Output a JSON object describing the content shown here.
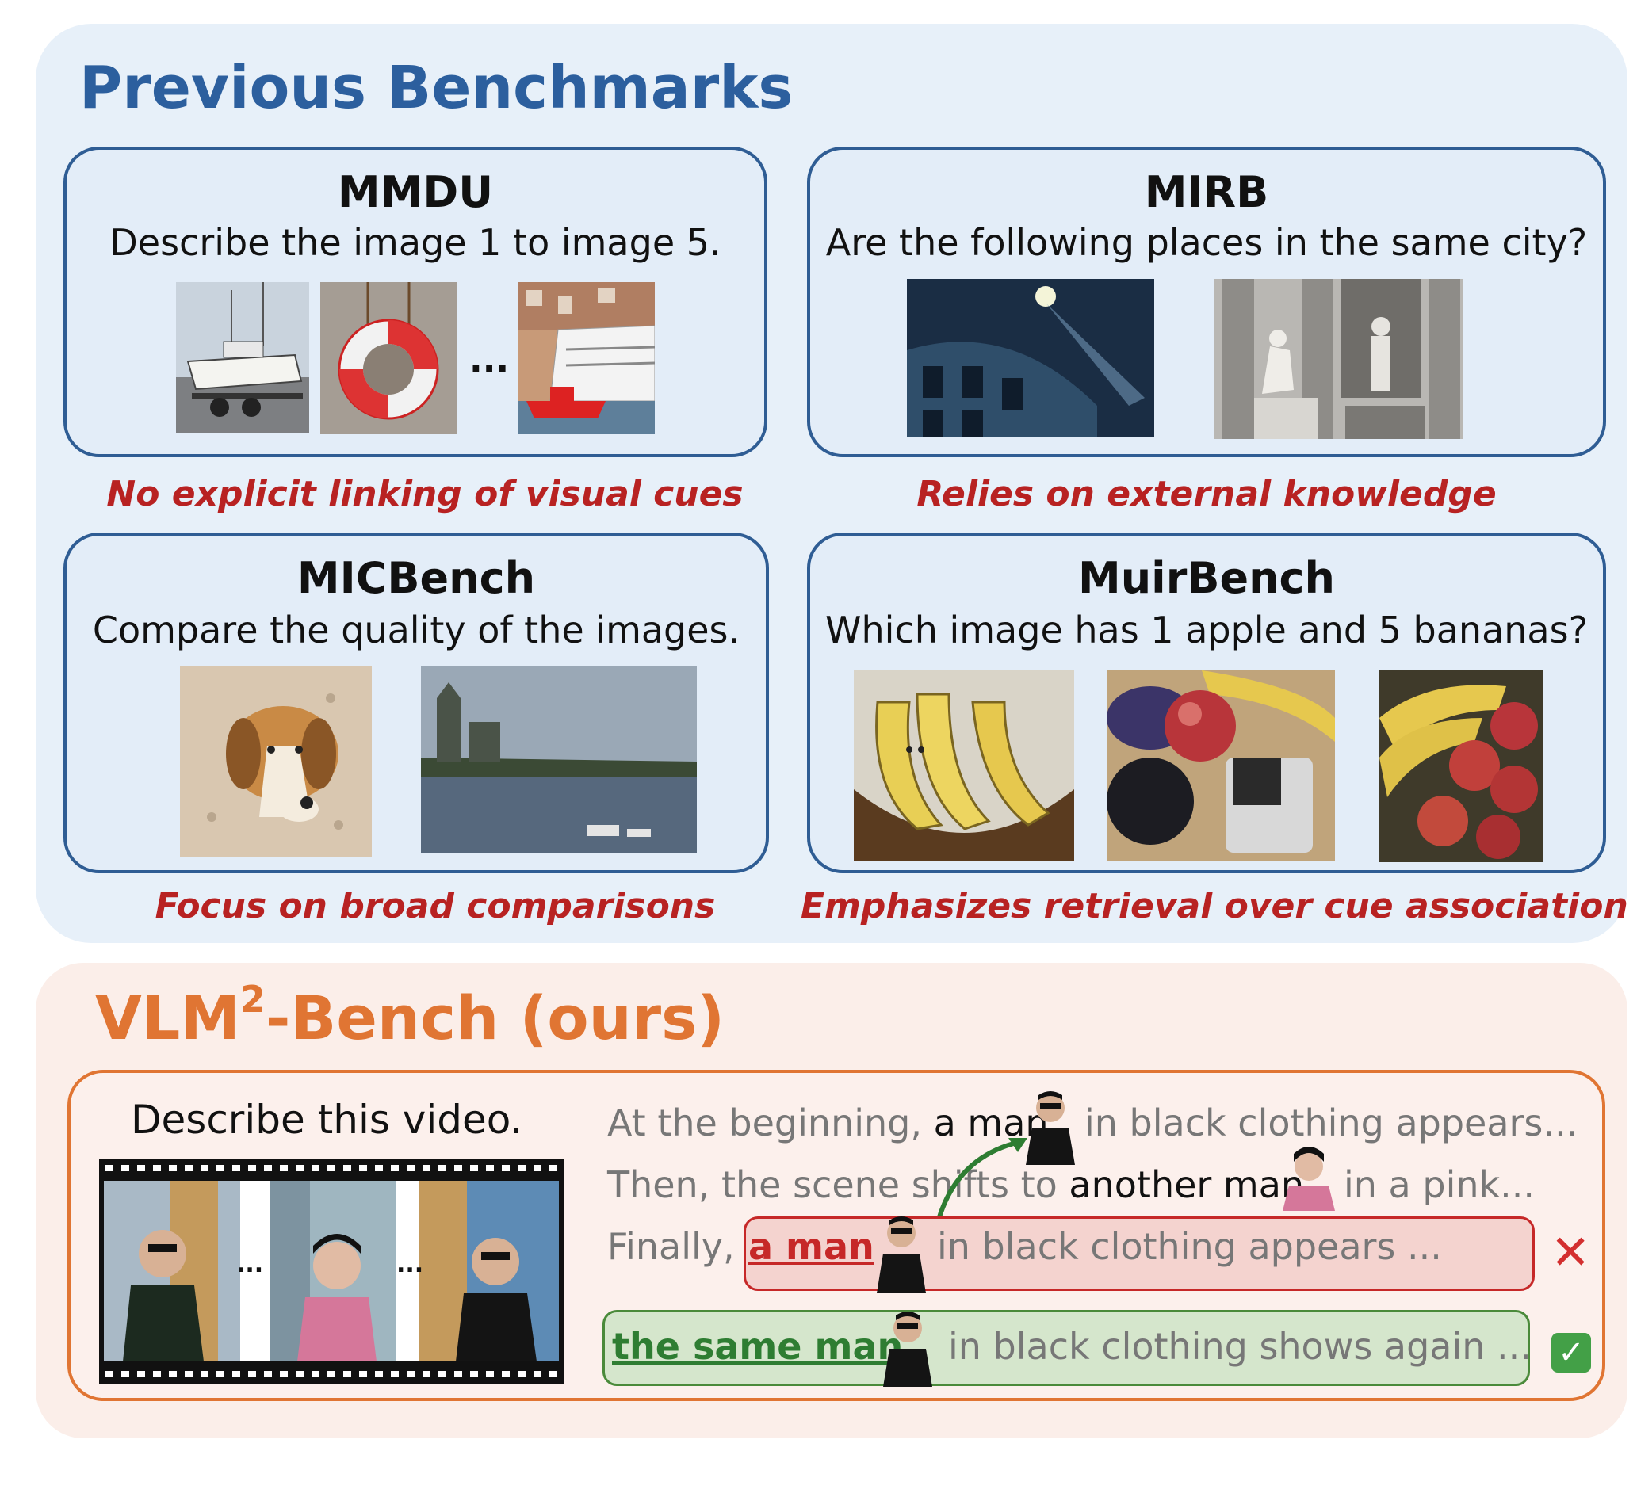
{
  "previous": {
    "title": "Previous Benchmarks",
    "benchmarks": [
      {
        "name": "MMDU",
        "question": "Describe the image 1 to image 5.",
        "ellipsis": "...",
        "critique": "No explicit linking of visual cues"
      },
      {
        "name": "MIRB",
        "question": "Are the following places in the same city?",
        "critique": "Relies on external knowledge"
      },
      {
        "name": "MICBench",
        "question": "Compare the quality of the images.",
        "critique": "Focus on broad comparisons"
      },
      {
        "name": "MuirBench",
        "question": "Which image has 1 apple and 5 bananas?",
        "critique": "Emphasizes retrieval over cue association"
      }
    ]
  },
  "ours": {
    "title_prefix": "VLM",
    "title_sup": "2",
    "title_suffix": "-Bench (ours)",
    "prompt": "Describe this video.",
    "frame_ellipsis": "...",
    "lines": {
      "l1_a": "At the beginning,",
      "l1_b": "a man",
      "l1_c": "in black clothing appears...",
      "l2_a": "Then, the scene shifts to",
      "l2_b": "another man",
      "l2_c": "in a pink...",
      "l3_a": "Finally,",
      "l3_wrong": "a man",
      "l3_c": "in black clothing appears ...",
      "l4_right": "the same man",
      "l4_c": "in black clothing  shows again ..."
    },
    "wrong_mark": "✕",
    "right_mark": "✓"
  },
  "colors": {
    "blue_title": "#2c5f9e",
    "critique_red": "#b82222",
    "orange": "#e07533",
    "wrong_red": "#d32f2f",
    "right_green": "#2e7d32"
  }
}
